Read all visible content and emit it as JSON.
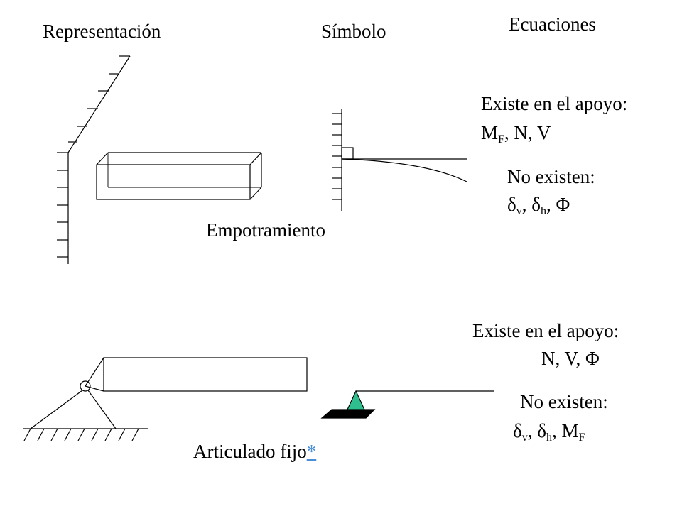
{
  "headers": {
    "representation": "Representación",
    "symbol": "Símbolo",
    "equations": "Ecuaciones"
  },
  "fixed_support": {
    "caption": "Empotramiento",
    "exists_label": "Existe en el apoyo:",
    "exists": {
      "m": "M",
      "m_sub": "F",
      "rest": ", N, V"
    },
    "not_exists_label": "No existen:",
    "not_exists": {
      "d1": "δ",
      "d1_sub": "v",
      "sep1": ", ",
      "d2": "δ",
      "d2_sub": "h",
      "sep2": ", ",
      "last": "Φ"
    }
  },
  "pinned_support": {
    "caption": "Articulado fijo",
    "caption_link": "*",
    "exists_label": "Existe en el apoyo:",
    "exists_values": "N, V, Φ",
    "not_exists_label": "No existen:",
    "not_exists": {
      "d1": "δ",
      "d1_sub": "v",
      "sep1": ", ",
      "d2": "δ",
      "d2_sub": "h",
      "sep2": ", ",
      "m": "M",
      "m_sub": "F"
    }
  },
  "colors": {
    "hinge_fill": "#2fbf8f",
    "link": "#4a8fd6"
  }
}
